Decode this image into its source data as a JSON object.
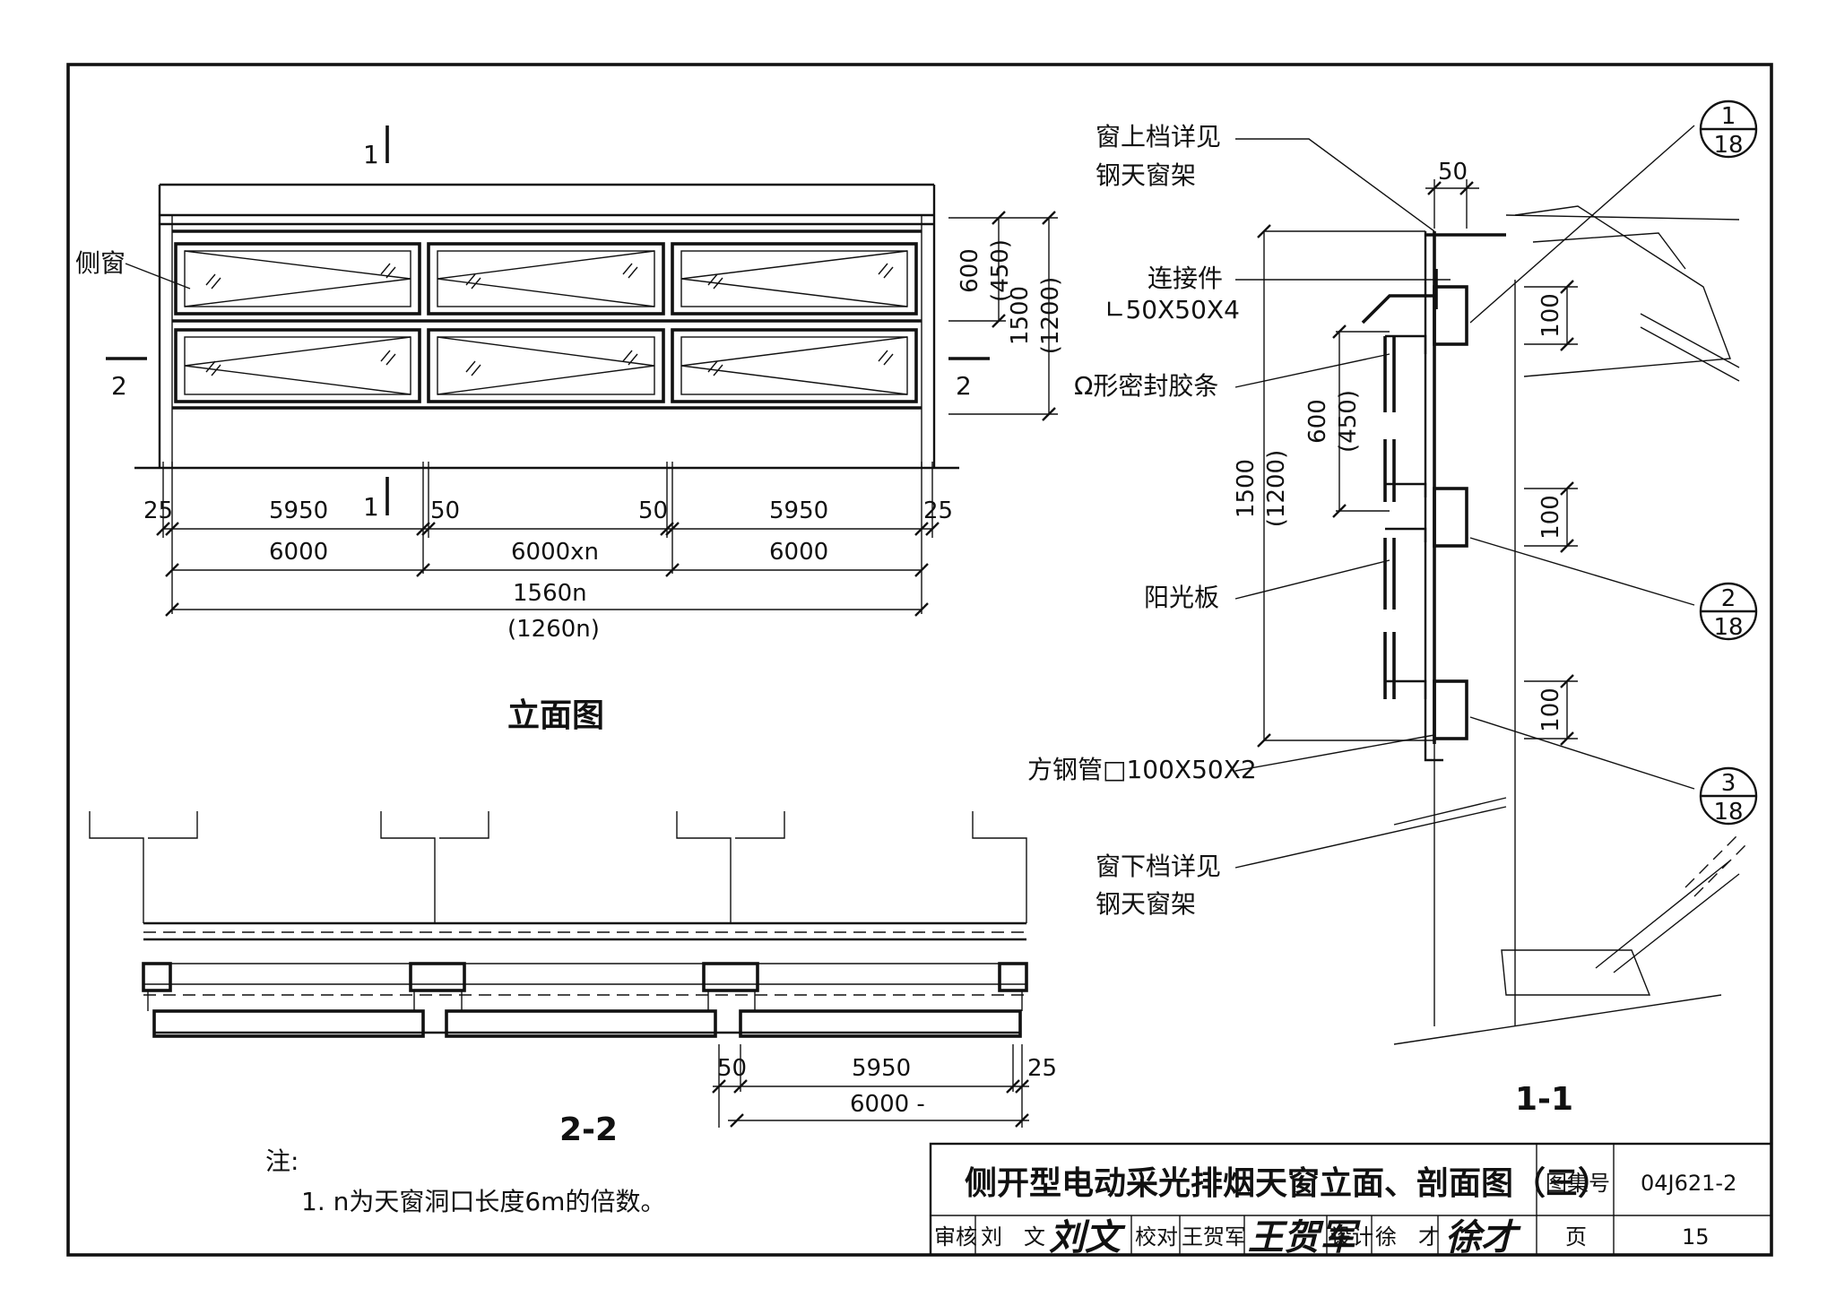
{
  "title_block": {
    "title": "侧开型电动采光排烟天窗立面、剖面图（三）",
    "atlas_label": "图集号",
    "atlas_no": "04J621-2",
    "page_label": "页",
    "page_no": "15",
    "review_label": "审核",
    "reviewer": "刘　文",
    "reviewer_sig": "刘文",
    "check_label": "校对",
    "checker": "王贺军",
    "checker_sig": "王贺军",
    "design_label": "设计",
    "designer": "徐　才",
    "designer_sig": "徐才"
  },
  "elevation": {
    "title": "立面图",
    "section_mark_1": "1",
    "section_mark_2": "2",
    "side_window": "侧窗",
    "dims_right": [
      "600",
      "(450)",
      "1500",
      "(1200)"
    ],
    "dims_row1": [
      "25",
      "5950",
      "50",
      "50",
      "5950",
      "25"
    ],
    "dims_row2": [
      "6000",
      "6000xn",
      "6000"
    ],
    "dims_row3": [
      "1560n",
      "(1260n)"
    ]
  },
  "section_22": {
    "title": "2-2",
    "dims_row1": [
      "50",
      "5950",
      "25"
    ],
    "dims_row2": [
      "6000 -"
    ]
  },
  "section_11": {
    "title": "1-1",
    "top_dim": "50",
    "callouts": [
      {
        "line1": "窗上档详见",
        "line2": "钢天窗架"
      },
      {
        "line1": "连接件",
        "line2": "∟50X50X4"
      },
      {
        "line1": "Ω形密封胶条",
        "line2": ""
      },
      {
        "line1": "阳光板",
        "line2": ""
      },
      {
        "line1": "方钢管□100X50X2",
        "line2": ""
      },
      {
        "line1": "窗下档详见",
        "line2": "钢天窗架"
      }
    ],
    "left_dims": [
      "1500",
      "(1200)",
      "600",
      "(450)"
    ],
    "right_dims": [
      "100",
      "100",
      "100"
    ],
    "details": [
      {
        "num": "1",
        "den": "18"
      },
      {
        "num": "2",
        "den": "18"
      },
      {
        "num": "3",
        "den": "18"
      }
    ]
  },
  "notes": {
    "heading": "注:",
    "items": [
      "1. n为天窗洞口长度6m的倍数。"
    ]
  }
}
